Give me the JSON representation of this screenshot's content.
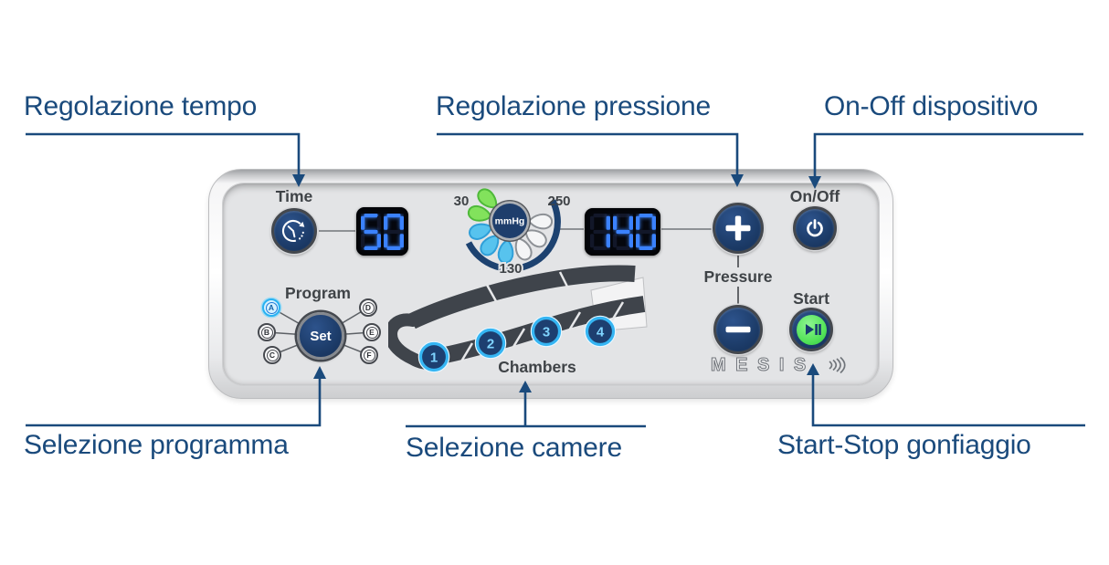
{
  "colors": {
    "annotation": "#1a4a7c",
    "panel_label": "#3f4347",
    "button_navy": "#1e3e6c",
    "display_digit": "#3b82ff",
    "petal_green": "#82e25c",
    "petal_cyan": "#57c3ee",
    "start_green": "#55e35a",
    "chamber_ring": "#35b5f3",
    "gauge_arc": "#1d4270",
    "leg_gray": "#3f444b"
  },
  "annotations": {
    "time": "Regolazione tempo",
    "pressure": "Regolazione pressione",
    "onoff": "On-Off dispositivo",
    "program": "Selezione programma",
    "chambers": "Selezione camere",
    "start": "Start-Stop gonfiaggio"
  },
  "panel": {
    "time": {
      "label": "Time",
      "display": "50"
    },
    "gauge": {
      "unit": "mmHg",
      "min": "30",
      "max": "250",
      "mid": "130"
    },
    "pressure": {
      "label": "Pressure",
      "display": "140"
    },
    "power": {
      "label": "On/Off"
    },
    "program": {
      "label": "Program",
      "set": "Set",
      "active": "A",
      "options": [
        "A",
        "B",
        "C",
        "D",
        "E",
        "F"
      ]
    },
    "chambers": {
      "label": "Chambers",
      "numbers": [
        "1",
        "2",
        "3",
        "4"
      ]
    },
    "start": {
      "label": "Start"
    },
    "brand": "MESIS"
  }
}
